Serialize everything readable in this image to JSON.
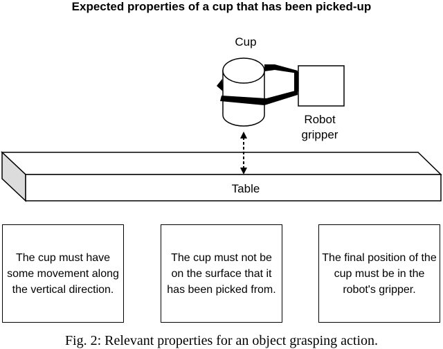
{
  "title": "Expected properties of a cup that has been picked-up",
  "labels": {
    "cup": "Cup",
    "robot_gripper_line1": "Robot",
    "robot_gripper_line2": "gripper",
    "table": "Table"
  },
  "properties": [
    {
      "text": "The cup must have some movement along the vertical direction."
    },
    {
      "text": "The cup must not be on the surface that it has been picked from."
    },
    {
      "text": "The final position of the cup must be in the robot's gripper."
    }
  ],
  "caption": "Fig. 2: Relevant properties for an object grasping action."
}
